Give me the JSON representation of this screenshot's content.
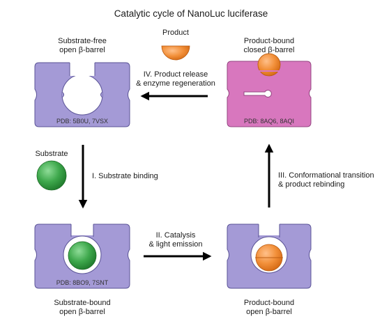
{
  "title": "Catalytic cycle of NanoLuc luciferase",
  "states": {
    "substrate_free": {
      "label_line1": "Substrate-free",
      "label_line2": "open β-barrel",
      "pdb": "PDB: 5B0U, 7VSX"
    },
    "product_bound_closed": {
      "label_line1": "Product-bound",
      "label_line2": "closed β-barrel",
      "pdb": "PDB: 8AQ6, 8AQI"
    },
    "substrate_bound": {
      "label_line1": "Substrate-bound",
      "label_line2": "open β-barrel",
      "pdb": "PDB: 8BO9, 7SNT"
    },
    "product_bound_open": {
      "label_line1": "Product-bound",
      "label_line2": "open β-barrel"
    }
  },
  "molecules": {
    "product_label": "Product",
    "substrate_label": "Substrate"
  },
  "steps": {
    "step1": "I. Substrate binding",
    "step2_line1": "II. Catalysis",
    "step2_line2": "& light emission",
    "step3_line1": "III. Conformational transition",
    "step3_line2": "& product rebinding",
    "step4_line1": "IV. Product release",
    "step4_line2": "& enzyme regeneration"
  },
  "colors": {
    "open_barrel": "#a49ad6",
    "open_barrel_stroke": "#5a5396",
    "closed_barrel": "#d877be",
    "closed_barrel_stroke": "#934580",
    "product": "#f2903a",
    "substrate": "#3ea84c",
    "arrow": "#000000"
  }
}
